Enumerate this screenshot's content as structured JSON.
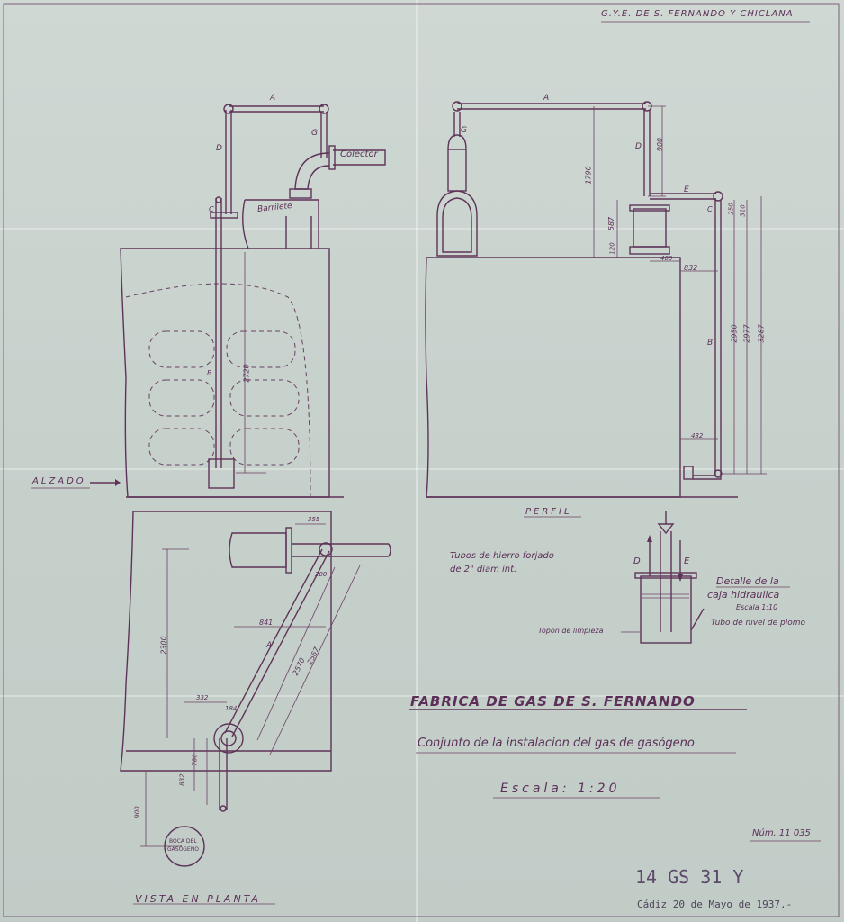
{
  "header": {
    "company": "G.Y.E. DE S. FERNANDO Y CHICLANA"
  },
  "views": {
    "elevation": "ALZADO",
    "profile": "PERFIL",
    "plan": "VISTA EN PLANTA"
  },
  "labels": {
    "colector": "Colector",
    "barrilete": "Barrilete",
    "boca_l1": "BOCA DEL",
    "boca_l2": "GASÓGENO",
    "topon": "Topon de limpieza",
    "tubo_nivel": "Tubo de nivel de plomo"
  },
  "notes": {
    "tubos_l1": "Tubos de hierro forjado",
    "tubos_l2": "de 2\" diam int."
  },
  "detail": {
    "title_l1": "Detalle de la",
    "title_l2": "caja hidraulica",
    "scale": "Escala 1:10",
    "letter_d": "D",
    "letter_e": "E"
  },
  "title_block": {
    "title": "FABRICA DE GAS DE S. FERNANDO",
    "subtitle": "Conjunto de la instalacion del gas de gasógeno",
    "scale": "Escala: 1:20",
    "number": "Núm. 11 035",
    "code": "14 GS 31 Y",
    "place_date": "Cádiz 20 de Mayo de 1937.-"
  },
  "pipe_letters": {
    "elev_a": "A",
    "elev_d": "D",
    "elev_g": "G",
    "elev_c": "C",
    "elev_b": "B",
    "prof_a": "A",
    "prof_g": "G",
    "prof_d": "D",
    "prof_e": "E",
    "prof_c": "C",
    "prof_b": "B",
    "plan_a": "A"
  },
  "dimensions": {
    "elev_2720": "2720",
    "prof_1790": "1790",
    "prof_900": "900",
    "prof_587": "587",
    "prof_120": "120",
    "prof_400": "400",
    "prof_832": "832",
    "prof_250": "250",
    "prof_310": "310",
    "prof_2950": "2950",
    "prof_2977": "2977",
    "prof_3287": "3287",
    "prof_432": "432",
    "plan_355": "355",
    "plan_200": "200",
    "plan_841": "841",
    "plan_2300": "2300",
    "plan_2570": "2570",
    "plan_2567": "2567",
    "plan_332": "332",
    "plan_184": "184",
    "plan_780": "780",
    "plan_832": "832",
    "plan_900": "900"
  },
  "colors": {
    "ink": "#5e3358",
    "paper": "#cfd8d3"
  }
}
